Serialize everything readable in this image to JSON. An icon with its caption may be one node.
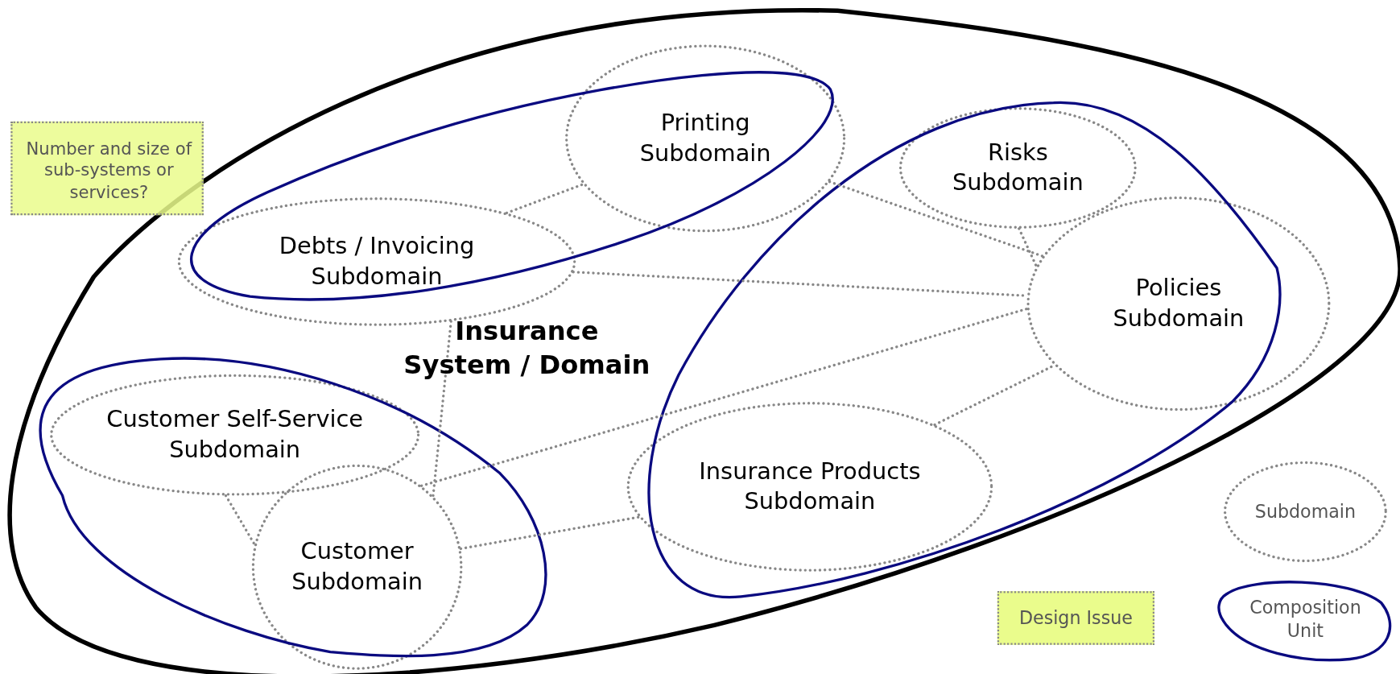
{
  "diagram": {
    "nodes": [
      {
        "text": [
          "Insurance System / Domain"
        ]
      },
      {
        "text": [
          "Printing Subdomain"
        ],
        "in": 0
      },
      {
        "text": [
          "Debts / Invoicing Subdomain"
        ],
        "in": 0
      },
      {
        "text": [
          "Risks Subdomain"
        ],
        "in": 0
      },
      {
        "text": [
          "Policies Subdomain"
        ],
        "in": 0
      },
      {
        "text": [
          "Customer Self-Service Subdomain"
        ],
        "in": 0
      },
      {
        "text": [
          "Customer Subdomain"
        ],
        "in": 0
      },
      {
        "text": [
          "Insurance Products Subdomain"
        ],
        "in": 0
      },
      {
        "text": [
          "Number and size of sub-systems or services?"
        ]
      }
    ],
    "edges": [
      {
        "from": 2,
        "to": 1,
        "arrow": "none"
      },
      {
        "from": 1,
        "to": 4,
        "arrow": "none"
      },
      {
        "from": 2,
        "to": 4,
        "arrow": "none"
      },
      {
        "from": 3,
        "to": 4,
        "arrow": "none"
      },
      {
        "from": 2,
        "to": 6,
        "arrow": "none"
      },
      {
        "from": 6,
        "to": 4,
        "arrow": "none"
      },
      {
        "from": 6,
        "to": 7,
        "arrow": "none"
      },
      {
        "from": 7,
        "to": 4,
        "arrow": "none"
      },
      {
        "from": 5,
        "to": 6,
        "arrow": "none"
      }
    ],
    "legend": [
      {
        "text": "Subdomain"
      },
      {
        "text": "Design Issue",
        "color": "#eafc8c"
      },
      {
        "text": "Composition Unit"
      }
    ]
  }
}
